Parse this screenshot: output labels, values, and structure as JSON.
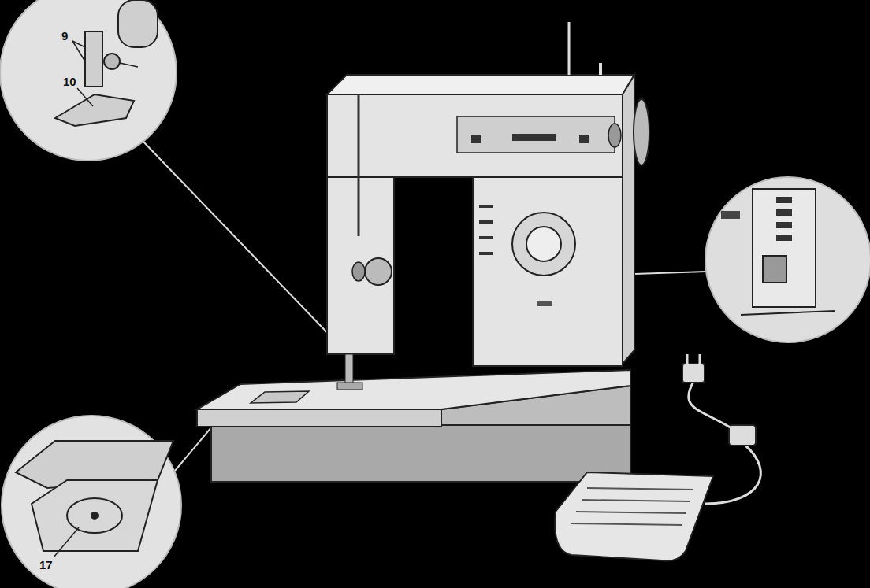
{
  "diagram": {
    "labels": [
      "9",
      "10",
      "17"
    ]
  }
}
